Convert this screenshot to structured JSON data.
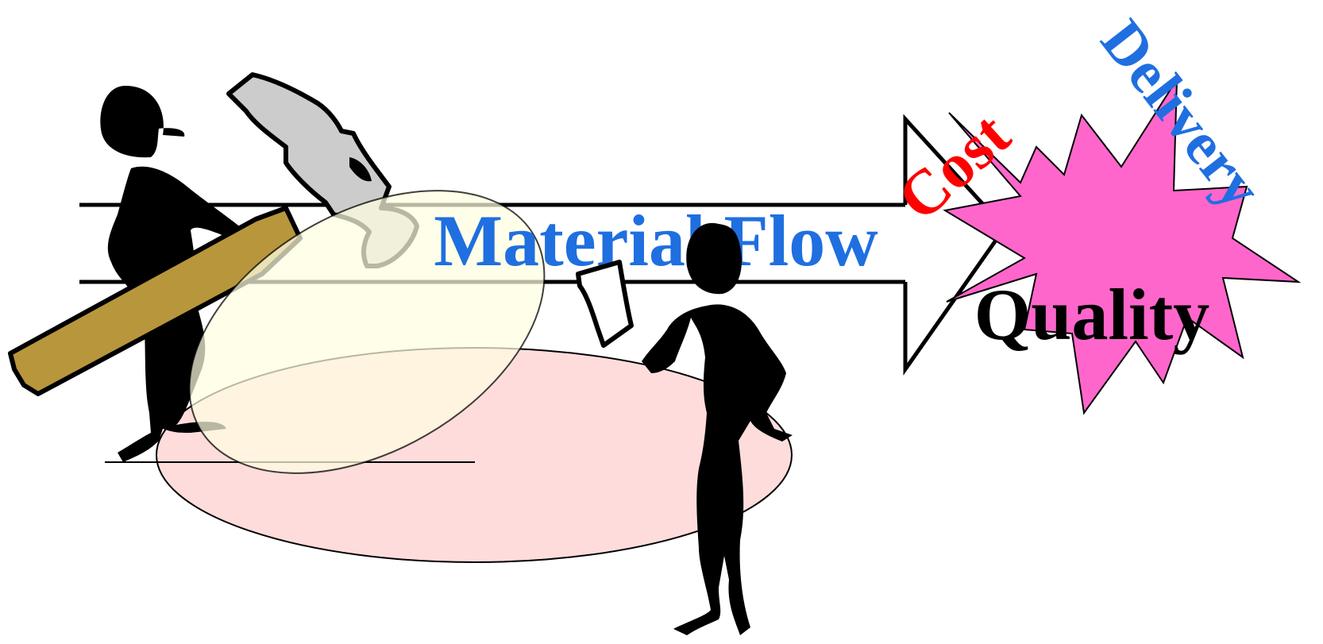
{
  "labels": {
    "material_flow": "Material Flow",
    "cost": "Cost",
    "delivery": "Delivery",
    "quality": "Quality"
  },
  "colors": {
    "material_flow_light": "#9ec3e0",
    "material_flow_blue": "#1f6fe0",
    "cost": "#ff0000",
    "delivery": "#1f6fe0",
    "quality": "#000000",
    "star_fill": "#ff66cc",
    "pink_ellipse_fill": "#ffd6d6",
    "yellow_ellipse_fill": "#fffde0",
    "hammer_handle": "#b8963c",
    "hammer_head": "#cccccc"
  },
  "icons": {
    "worker_with_hammer": "worker-with-hammer-icon",
    "worker_with_paper": "worker-reading-paper-icon",
    "hammer": "hammer-icon",
    "starburst": "starburst-icon"
  }
}
